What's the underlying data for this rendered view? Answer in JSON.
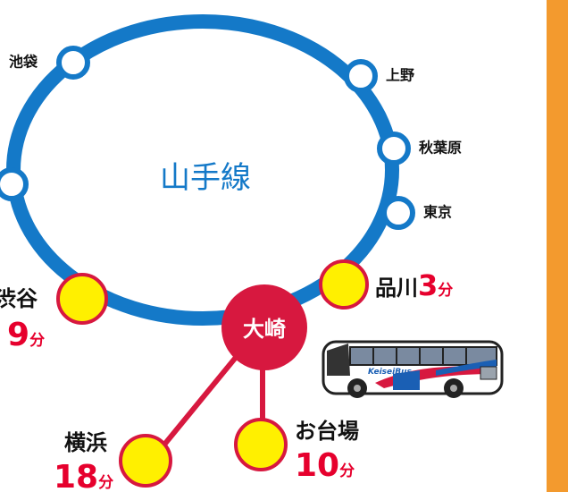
{
  "line_name": "山手線",
  "hub": {
    "name": "大崎"
  },
  "stations": [
    {
      "id": "ikebukuro",
      "name": "池袋",
      "minutes": "",
      "unit": ""
    },
    {
      "id": "ueno",
      "name": "上野",
      "minutes": "",
      "unit": ""
    },
    {
      "id": "akihabara",
      "name": "秋葉原",
      "minutes": "",
      "unit": ""
    },
    {
      "id": "tokyo",
      "name": "東京",
      "minutes": "",
      "unit": ""
    },
    {
      "id": "shinagawa",
      "name": "品川",
      "minutes": "3",
      "unit": "分"
    },
    {
      "id": "shibuya",
      "name": "渋谷",
      "minutes": "9",
      "unit": "分"
    },
    {
      "id": "yokohama",
      "name": "横浜",
      "minutes": "18",
      "unit": "分"
    },
    {
      "id": "odaiba",
      "name": "お台場",
      "minutes": "10",
      "unit": "分"
    }
  ],
  "bus": {
    "brand": "KeiseiBus"
  },
  "colors": {
    "ring": "#1479c8",
    "branch": "#d7183f",
    "hub": "#d7183f",
    "highlight_fill": "#fff000",
    "highlight_stroke": "#d7183f",
    "minutes": "#e6002d",
    "title": "#1479c8",
    "side_bar": "#f39a2e"
  }
}
